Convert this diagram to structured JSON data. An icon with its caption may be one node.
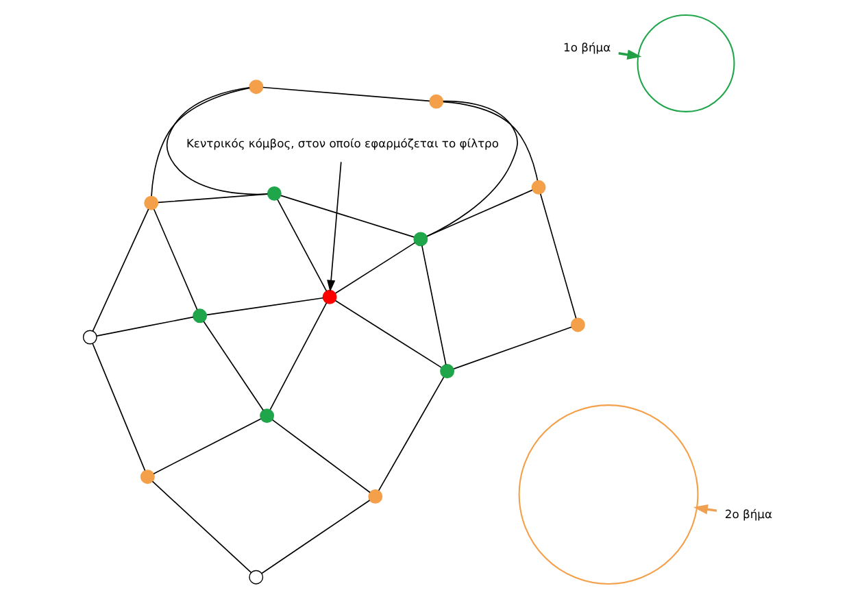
{
  "diagram": {
    "nodes": [
      {
        "text": [
          "1ο βήμα"
        ]
      },
      {
        "text": [],
        "shape": "circle"
      },
      {
        "text": [],
        "shape": "circle"
      },
      {
        "text": [],
        "shape": "circle"
      },
      {
        "text": [],
        "shape": "circle"
      },
      {
        "text": [],
        "shape": "circle"
      },
      {
        "text": [],
        "shape": "circle"
      },
      {
        "text": [],
        "shape": "circle"
      },
      {
        "text": [],
        "shape": "circle"
      },
      {
        "text": [],
        "shape": "circle"
      },
      {
        "text": [],
        "shape": "circle"
      },
      {
        "text": [],
        "shape": "circle"
      },
      {
        "text": [],
        "shape": "circle"
      },
      {
        "text": [],
        "shape": "circle"
      },
      {
        "text": [],
        "shape": "circle"
      },
      {
        "text": [],
        "shape": "circle"
      },
      {
        "text": [],
        "shape": "circle"
      },
      {
        "text": [
          "Κεντρικός κόμβος, στον οποίο εφαρμόζεται το φίλτρο"
        ]
      },
      {
        "text": [],
        "shape": "circle"
      },
      {
        "text": [
          "2ο βήμα"
        ]
      }
    ],
    "edges": [
      {
        "from": 0,
        "to": 2,
        "arrow": "to",
        "color": "#22a045"
      },
      {
        "from": 17,
        "to": 11,
        "arrow": "to"
      },
      {
        "from": 19,
        "to": 1,
        "arrow": "to",
        "color": "#f0a050"
      },
      {
        "from": 3,
        "to": 4,
        "arrow": "none"
      },
      {
        "from": 4,
        "to": 6,
        "arrow": "none"
      },
      {
        "from": 4,
        "to": 9,
        "arrow": "none"
      },
      {
        "from": 4,
        "to": 7,
        "arrow": "none"
      },
      {
        "from": 3,
        "to": 7,
        "arrow": "none"
      },
      {
        "from": 3,
        "to": 5,
        "arrow": "none"
      },
      {
        "from": 5,
        "to": 8,
        "arrow": "none"
      },
      {
        "from": 5,
        "to": 10,
        "arrow": "none"
      },
      {
        "from": 6,
        "to": 9,
        "arrow": "none"
      },
      {
        "from": 6,
        "to": 13,
        "arrow": "none"
      },
      {
        "from": 7,
        "to": 11,
        "arrow": "none"
      },
      {
        "from": 7,
        "to": 10,
        "arrow": "none"
      },
      {
        "from": 10,
        "to": 12,
        "arrow": "none"
      },
      {
        "from": 8,
        "to": 12,
        "arrow": "none"
      },
      {
        "from": 9,
        "to": 11,
        "arrow": "none"
      },
      {
        "from": 9,
        "to": 15,
        "arrow": "none"
      },
      {
        "from": 11,
        "to": 10,
        "arrow": "none"
      },
      {
        "from": 11,
        "to": 15,
        "arrow": "none"
      },
      {
        "from": 11,
        "to": 14,
        "arrow": "none"
      },
      {
        "from": 13,
        "to": 15,
        "arrow": "none"
      },
      {
        "from": 13,
        "to": 18,
        "arrow": "none"
      },
      {
        "from": 15,
        "to": 14,
        "arrow": "none"
      },
      {
        "from": 15,
        "to": 18,
        "arrow": "none"
      },
      {
        "from": 14,
        "to": 12,
        "arrow": "none"
      },
      {
        "from": 14,
        "to": 16,
        "arrow": "none"
      },
      {
        "from": 18,
        "to": 16,
        "arrow": "none"
      }
    ]
  }
}
